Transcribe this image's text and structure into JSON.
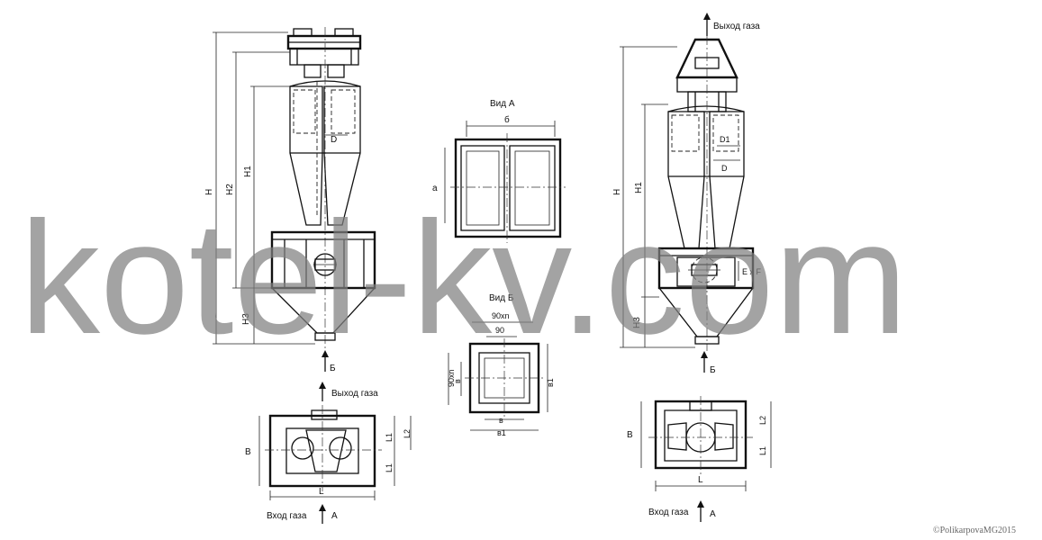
{
  "labels": {
    "gas_outlet": "Выход газа",
    "gas_inlet": "Вход газа",
    "view_a_title": "Вид А",
    "view_b_title": "Вид Б",
    "dim_H": "H",
    "dim_H1": "H1",
    "dim_H2": "H2",
    "dim_H3": "H3",
    "dim_D": "D",
    "dim_D1": "D1",
    "dim_L": "L",
    "dim_L1": "L1",
    "dim_L2": "L2",
    "dim_B": "B",
    "view_a_width": "б",
    "view_a_height": "а",
    "view_b_outer": "90хn",
    "view_b_pitch": "90",
    "view_b_inner": "в",
    "view_b_total": "в1",
    "flange_size": "E х F",
    "arrow_A": "А",
    "arrow_B": "Б"
  },
  "watermark": "kotel-kv.com",
  "copyright": "©PolikarpovaMG2015"
}
